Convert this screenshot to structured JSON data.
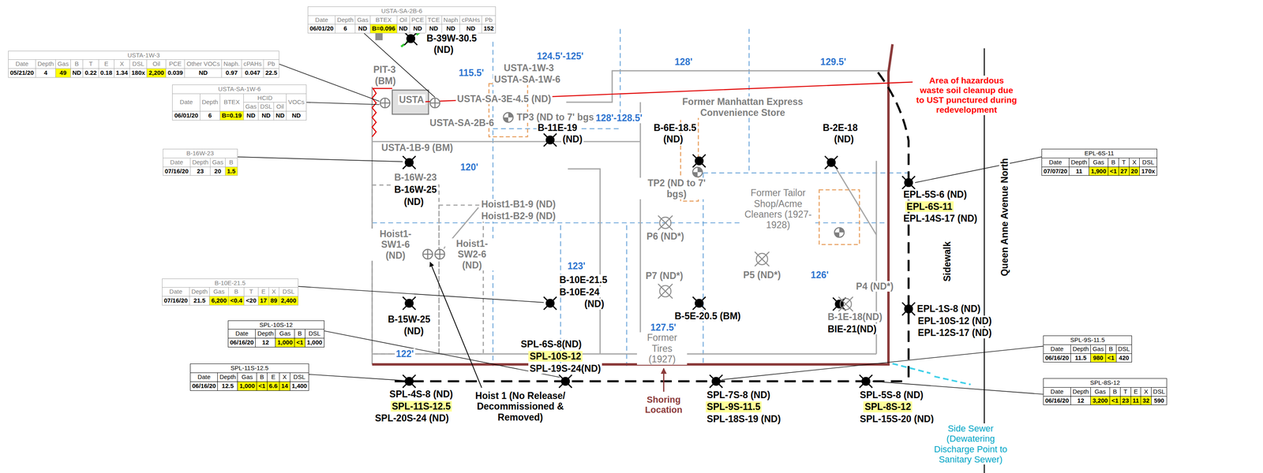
{
  "diagram": {
    "nodes": [
      {
        "text": [
          "USTA-SA-2B-6",
          "Date",
          "Depth",
          "Gas",
          "BTEX",
          "Oil",
          "PCE",
          "TCE",
          "Naph",
          "cPAHs",
          "Pb",
          "06/01/20",
          "6",
          "ND",
          "B=0.096",
          "ND",
          "ND",
          "ND",
          "ND",
          "ND",
          "152"
        ]
      },
      {
        "text": [
          "USTA-1W-3",
          "Date",
          "Depth",
          "Gas",
          "B",
          "T",
          "E",
          "X",
          "DSL",
          "Oil",
          "PCE",
          "Other VOCs",
          "Naph.",
          "cPAHs",
          "Pb",
          "05/21/20",
          "4",
          "49",
          "ND",
          "0.22",
          "0.18",
          "1.34",
          "180x",
          "2,200",
          "0.039",
          "ND",
          "0.97",
          "0.047",
          "22.5"
        ]
      },
      {
        "text": [
          "USTA-SA-1W-6",
          "Date",
          "Depth",
          "BTEX",
          "HCID",
          "VOCs",
          "Gas",
          "DSL",
          "Oil",
          "06/01/20",
          "6",
          "B=0.19",
          "ND",
          "ND",
          "ND",
          "ND"
        ]
      },
      {
        "text": [
          "B-16W-23",
          "Date",
          "Depth",
          "Gas",
          "B",
          "07/16/20",
          "23",
          "20",
          "1.5"
        ]
      },
      {
        "text": [
          "B-10E-21.5",
          "Date",
          "Depth",
          "Gas",
          "B",
          "T",
          "E",
          "X",
          "DSL",
          "07/16/20",
          "21.5",
          "6,200",
          "<0.4",
          "<20",
          "17",
          "89",
          "2,400"
        ]
      },
      {
        "text": [
          "SPL-10S-12",
          "Date",
          "Depth",
          "Gas",
          "B",
          "DSL",
          "06/16/20",
          "12",
          "1,000",
          "<1",
          "1,000"
        ]
      },
      {
        "text": [
          "SPL-11S-12.5",
          "Date",
          "Depth",
          "Gas",
          "B",
          "E",
          "X",
          "DSL",
          "06/16/20",
          "12.5",
          "1,000",
          "<1",
          "6.6",
          "14",
          "1,400"
        ]
      },
      {
        "text": [
          "EPL-6S-11",
          "Date",
          "Depth",
          "Gas",
          "B",
          "T",
          "X",
          "DSL",
          "07/07/20",
          "11",
          "1,900",
          "<1",
          "27",
          "20",
          "170x"
        ]
      },
      {
        "text": [
          "SPL-9S-11.5",
          "Date",
          "Depth",
          "Gas",
          "B",
          "DSL",
          "06/16/20",
          "11.5",
          "980",
          "<1",
          "420"
        ]
      },
      {
        "text": [
          "SPL-8S-12",
          "Date",
          "Depth",
          "Gas",
          "B",
          "T",
          "E",
          "X",
          "DSL",
          "06/16/20",
          "12",
          "3,200",
          "<1",
          "23",
          "11",
          "32",
          "590"
        ]
      }
    ],
    "labels": [
      "PIT-3",
      "(BM)",
      "USTA",
      "B-39W-30.5",
      "(ND)",
      "124.5'-125'",
      "128'",
      "129.5'",
      "115.5'",
      "USTA-1W-3",
      "USTA-SA-1W-6",
      "USTA-SA-3E-4.5 (ND)",
      "Area of hazardous waste soil cleanup due to UST punctured during redevelopment",
      "TP3 (ND to 7' bgs)",
      "USTA-SA-2B-6",
      "Former Manhattan Express Convenience Store",
      "128'-128.5'",
      "USTA-1B-9 (BM)",
      "B-11E-19",
      "(ND)",
      "B-6E-18.5",
      "(ND)",
      "B-2E-18",
      "(ND)",
      "TP2 (ND to 7' bgs)",
      "120'",
      "B-16W-23",
      "B-16W-25",
      "(ND)",
      "Former Tailor Shop/Acme Cleaners (1927-1928)",
      "Hoist1-B1-9 (ND)",
      "Hoist1-B2-9 (ND)",
      "Hoist1-SW1-6 (ND)",
      "Hoist1-SW2-6 (ND)",
      "P6 (ND*)",
      "123'",
      "126'",
      "P5 (ND*)",
      "P4 (ND*)",
      "P7 (ND*)",
      "B-10E-21.5",
      "B-10E-24",
      "(ND)",
      "B-5E-20.5 (BM)",
      "127.5'",
      "B-1E-18(ND)",
      "BIE-21(ND)",
      "B-15W-25",
      "(ND)",
      "Former Tires (1927)",
      "SPL-6S-8(ND)",
      "SPL-10S-12",
      "SPL-19S-24(ND)",
      "122'",
      "SPL-4S-8 (ND)",
      "SPL-11S-12.5",
      "SPL-20S-24 (ND)",
      "Hoist 1 (No Release/ Decommissioned & Removed)",
      "Shoring Location",
      "SPL-7S-8 (ND)",
      "SPL-9S-11.5",
      "SPL-18S-19 (ND)",
      "SPL-5S-8 (ND)",
      "SPL-8S-12",
      "SPL-15S-20 (ND)",
      "EPL-5S-6 (ND)",
      "EPL-6S-11",
      "EPL-14S-17 (ND)",
      "EPL-1S-8 (ND)",
      "EPL-10S-12 (ND)",
      "EPL-12S-17 (ND)",
      "Sidewalk",
      "Queen Anne Avenue North",
      "Side Sewer (Dewatering Discharge Point to Sanitary Sewer)"
    ]
  }
}
